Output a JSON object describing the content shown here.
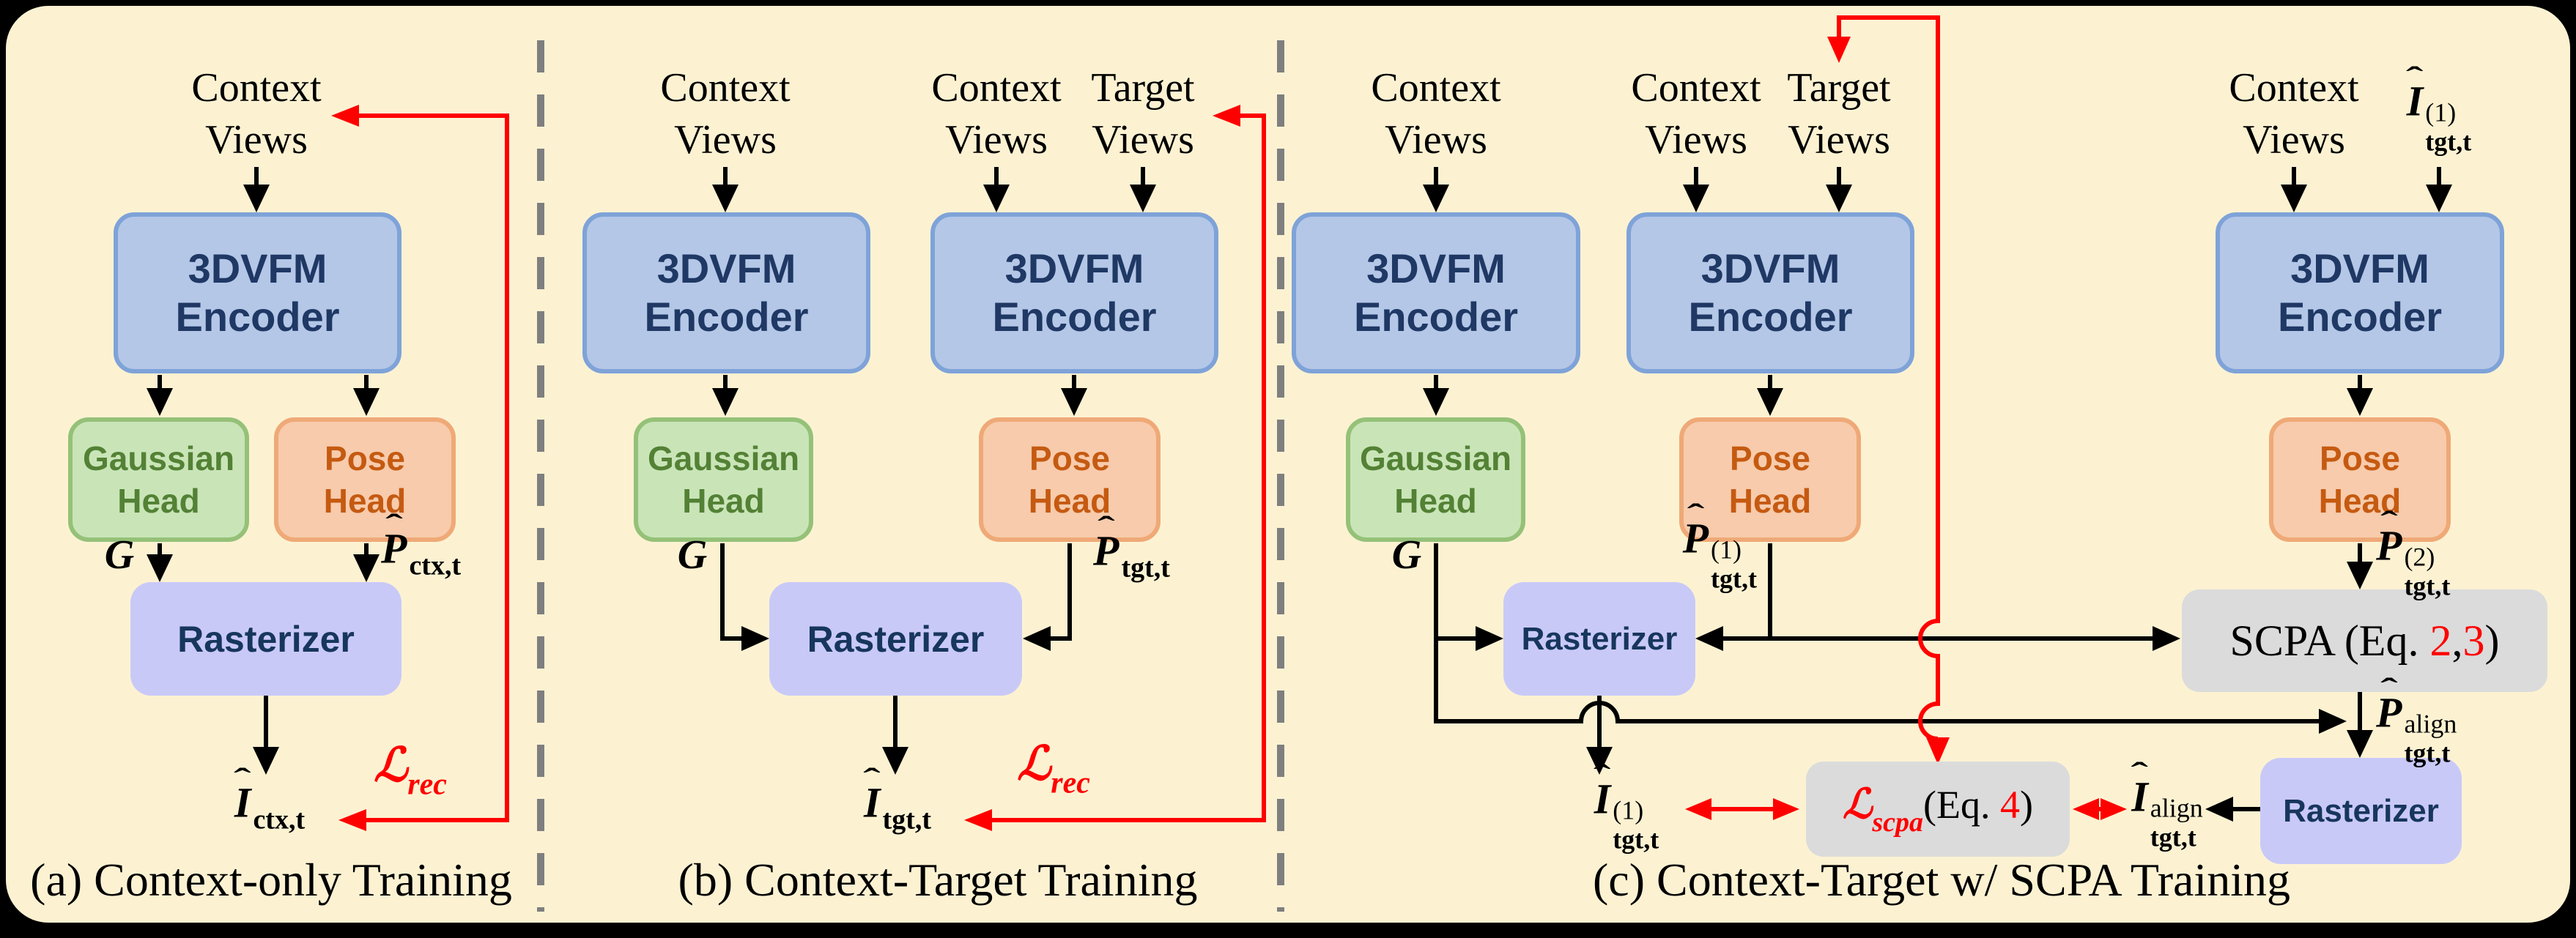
{
  "figure": {
    "background_color": "#FCF2D2",
    "outer_background": "#000000",
    "accent_red": "#FF0000",
    "separator_color": "#7F7F7F"
  },
  "shared": {
    "context_l1": "Context",
    "context_l2": "Views",
    "target_l1": "Target",
    "target_l2": "Views",
    "encoder_l1": "3DVFM",
    "encoder_l2": "Encoder",
    "gaussian_l1": "Gaussian",
    "gaussian_l2": "Head",
    "pose_l1": "Pose",
    "pose_l2": "Head",
    "rasterizer": "Rasterizer",
    "colors": {
      "encoder_fill": "#B4C7E7",
      "encoder_border": "#7FA3D8",
      "encoder_text": "#1F3864",
      "gaussian_fill": "#C9E5B8",
      "gaussian_border": "#95C178",
      "gaussian_text": "#538135",
      "pose_fill": "#F7CBAC",
      "pose_border": "#EFA977",
      "pose_text": "#C55A11",
      "rasterizer_fill": "#C9C9F8",
      "rasterizer_text": "#17365D",
      "gray_fill": "#DBDBDB"
    }
  },
  "math": {
    "g": "G",
    "p": "P",
    "i": "I",
    "l": "ℒ",
    "sub_ctx": "ctx,t",
    "sub_tgt": "tgt,t",
    "sup_1": "(1)",
    "sup_2": "(2)",
    "sup_align": "align",
    "rec": "rec",
    "scpa": "scpa"
  },
  "panel_a": {
    "caption": "(a) Context-only Training"
  },
  "panel_b": {
    "caption": "(b) Context-Target Training"
  },
  "panel_c": {
    "caption": "(c) Context-Target w/ SCPA Training",
    "scpa_pre": "SCPA (Eq. ",
    "scpa_n1": "2",
    "scpa_comma": ",",
    "scpa_n2": "3",
    "scpa_post": ")",
    "loss_pre": "(Eq. ",
    "loss_n": "4",
    "loss_post": ")"
  }
}
